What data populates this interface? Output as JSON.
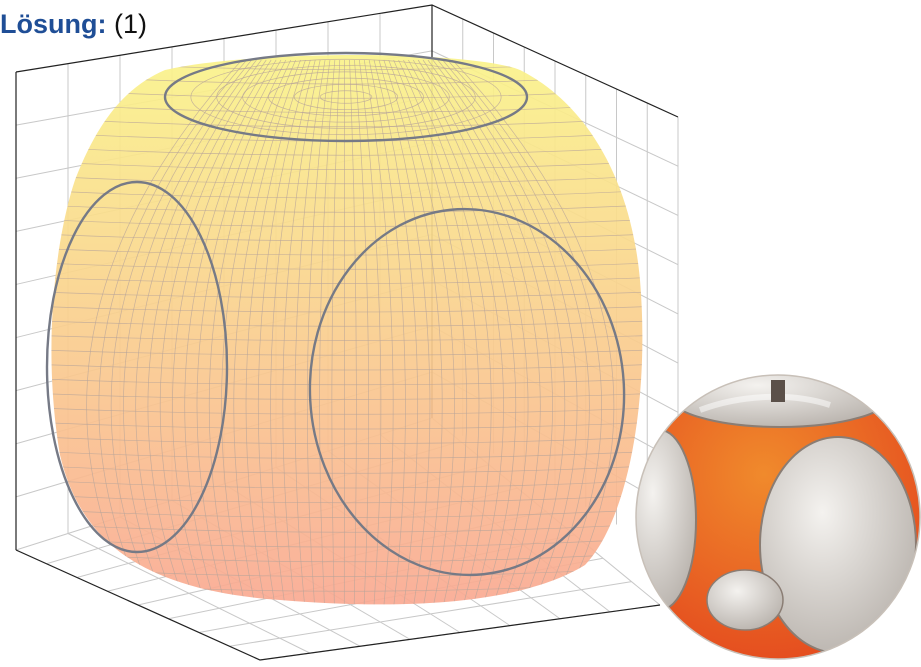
{
  "heading": {
    "label": "Lösung:",
    "number": "(1)"
  },
  "colors": {
    "heading_label": "#1f4e96",
    "heading_number": "#111111",
    "surface_top": "#faf38a",
    "surface_bottom": "#f9a992",
    "mesh_line": "#b8a49a",
    "face_outline": "#767a86",
    "box_grid": "#c8c8c8",
    "box_edge": "#222222",
    "lamp_orange": "#f08a2c",
    "lamp_red": "#e44a1e",
    "lamp_window": "#b9b3ad"
  },
  "icons": {
    "surface": "rounded-cube-surface-plot",
    "box": "3d-bounding-box-grid",
    "photo": "orange-spherical-pendant-lamp-photo"
  }
}
